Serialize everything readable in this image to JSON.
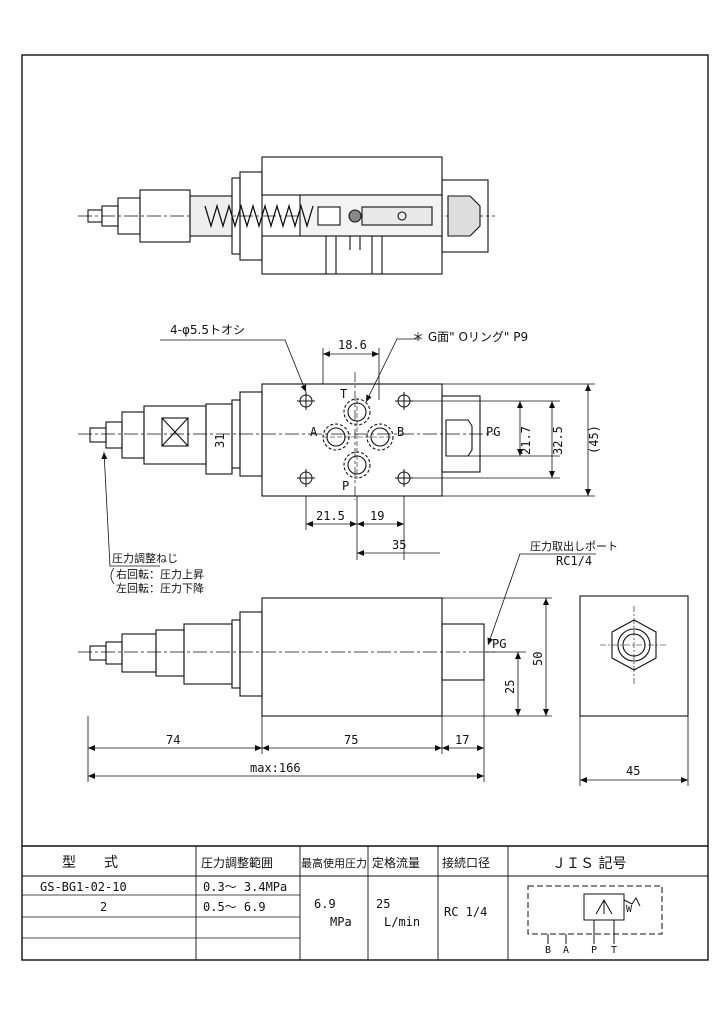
{
  "drawing": {
    "section_view": {},
    "top_view": {
      "hole_label": "4-φ5.5トオシ",
      "oring_label": "＊ G面\" Oリング\"  P9",
      "port_T": "T",
      "port_A": "A",
      "port_B": "B",
      "port_P": "P",
      "port_PG": "PG",
      "hex_size": "31",
      "dim_top": "18.6",
      "dim_21_7": "21.7",
      "dim_32_5": "32.5",
      "dim_45p": "(45)",
      "dim_21_5": "21.5",
      "dim_19": "19",
      "dim_35": "35"
    },
    "adjust_note": {
      "title": "圧力調整ねじ",
      "right_turn": "右回転：圧力上昇",
      "left_turn": "左回転：圧力下降"
    },
    "side_view": {
      "port_title": "圧力取出しポート",
      "port_size": "RC1/4",
      "port_PG": "PG",
      "dim_50": "50",
      "dim_25": "25",
      "dim_74": "74",
      "dim_75": "75",
      "dim_17": "17",
      "dim_max": "max:166"
    },
    "end_view": {
      "dim_45": "45"
    }
  },
  "spec_table": {
    "headers": [
      "型　　式",
      "圧力調整範囲",
      "最高使用圧力",
      "定格流量",
      "接続口径",
      "ＪＩＳ 記号"
    ],
    "model_1": "GS-BG1-02-10",
    "range_1": "0.3～ 3.4MPa",
    "model_2": "2",
    "range_2": "0.5～ 6.9",
    "max_pressure_value": "6.9",
    "max_pressure_unit": "MPa",
    "flow_value": "25",
    "flow_unit": "L/min",
    "port_size": "RC 1/4",
    "jis_W": "W",
    "jis_ports": [
      "B",
      "A",
      "P",
      "T"
    ]
  }
}
